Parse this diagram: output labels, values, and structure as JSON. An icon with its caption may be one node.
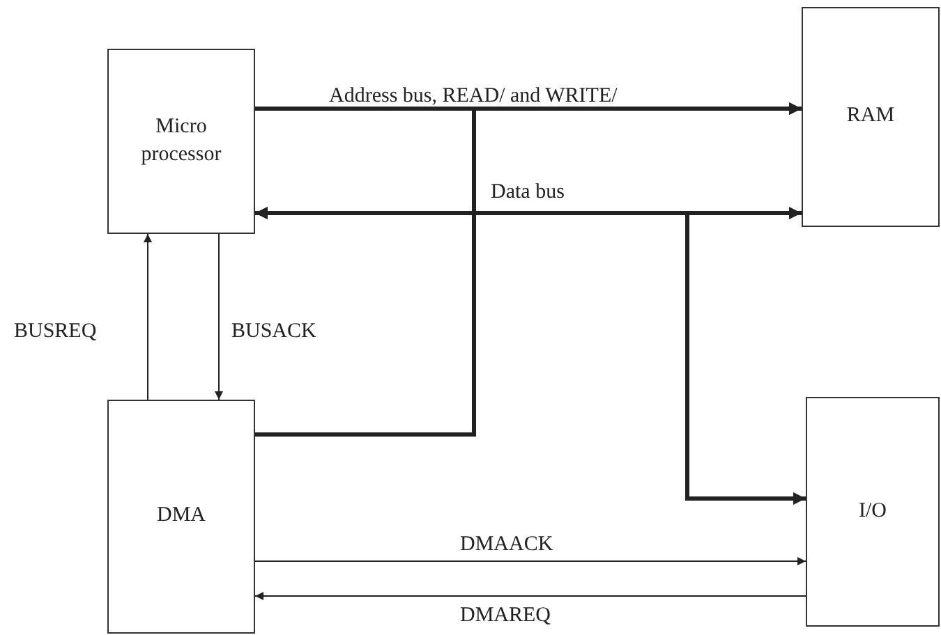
{
  "diagram": {
    "nodes": [
      {
        "text": [
          "Micro processor"
        ]
      },
      {
        "text": [
          "RAM"
        ]
      },
      {
        "text": [
          "DMA"
        ]
      },
      {
        "text": [
          "I/O"
        ]
      }
    ],
    "edges": [
      {
        "from": 0,
        "to": 1,
        "arrow": "to",
        "style": "thick",
        "label": "Address bus, READ/ and WRITE/"
      },
      {
        "from": 2,
        "to": 1,
        "arrow": "to",
        "style": "thick"
      },
      {
        "from": 0,
        "to": 1,
        "arrow": "both",
        "style": "thick",
        "label": "Data bus"
      },
      {
        "from": 0,
        "to": 3,
        "arrow": "both",
        "style": "thick"
      },
      {
        "from": 2,
        "to": 0,
        "arrow": "to",
        "label": "BUSREQ"
      },
      {
        "from": 0,
        "to": 2,
        "arrow": "to",
        "label": "BUSACK"
      },
      {
        "from": 2,
        "to": 3,
        "arrow": "to",
        "label": "DMAACK"
      },
      {
        "from": 3,
        "to": 2,
        "arrow": "to",
        "label": "DMAREQ"
      }
    ]
  }
}
